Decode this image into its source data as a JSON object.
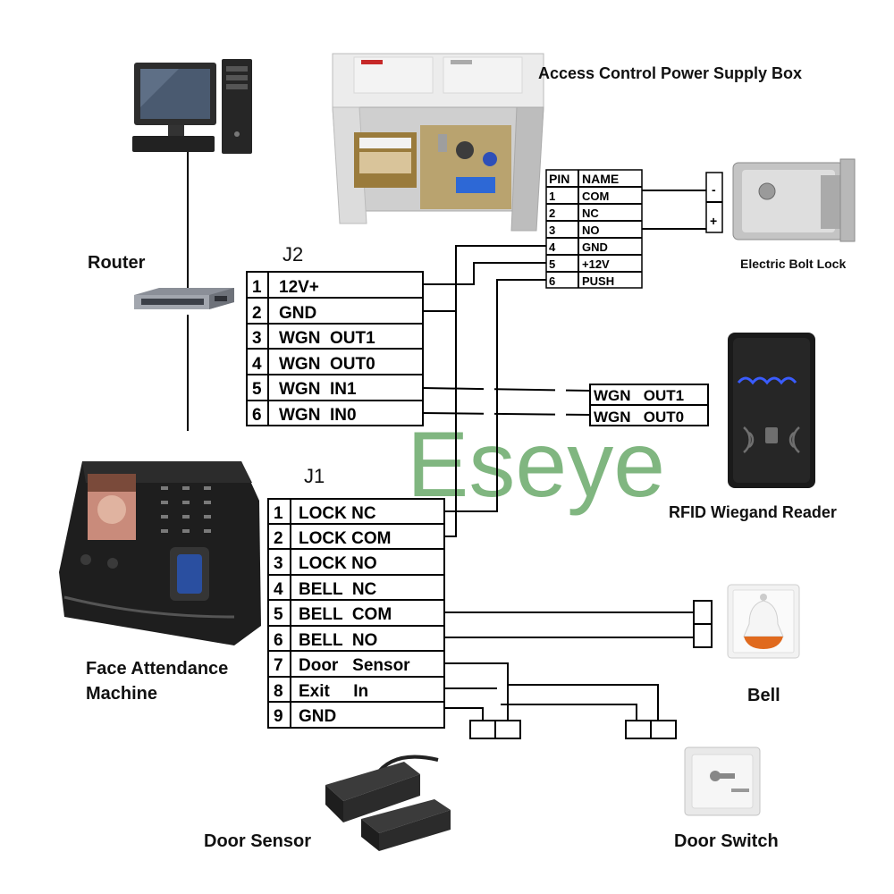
{
  "labels": {
    "power_supply": "Access Control Power Supply Box",
    "router": "Router",
    "j2": "J2",
    "j1": "J1",
    "electric_bolt_lock": "Electric Bolt Lock",
    "rfid_reader": "RFID Wiegand Reader",
    "face_machine_line1": "Face Attendance",
    "face_machine_line2": "Machine",
    "bell": "Bell",
    "door_sensor": "Door Sensor",
    "door_switch": "Door Switch",
    "watermark": "Eseye"
  },
  "power_table": {
    "headers": [
      "PIN",
      "NAME"
    ],
    "rows": [
      {
        "pin": "1",
        "name": "COM"
      },
      {
        "pin": "2",
        "name": "NC"
      },
      {
        "pin": "3",
        "name": "NO"
      },
      {
        "pin": "4",
        "name": "GND"
      },
      {
        "pin": "5",
        "name": "+12V"
      },
      {
        "pin": "6",
        "name": "PUSH"
      }
    ]
  },
  "j2_table": [
    {
      "num": "1",
      "name": "12V+"
    },
    {
      "num": "2",
      "name": "GND"
    },
    {
      "num": "3",
      "name": "WGN  OUT1"
    },
    {
      "num": "4",
      "name": "WGN  OUT0"
    },
    {
      "num": "5",
      "name": "WGN  IN1"
    },
    {
      "num": "6",
      "name": "WGN  IN0"
    }
  ],
  "j1_table": [
    {
      "num": "1",
      "name": "LOCK NC"
    },
    {
      "num": "2",
      "name": "LOCK COM"
    },
    {
      "num": "3",
      "name": "LOCK NO"
    },
    {
      "num": "4",
      "name": "BELL  NC"
    },
    {
      "num": "5",
      "name": "BELL  COM"
    },
    {
      "num": "6",
      "name": "BELL  NO"
    },
    {
      "num": "7",
      "name": "Door   Sensor"
    },
    {
      "num": "8",
      "name": "Exit     In"
    },
    {
      "num": "9",
      "name": "GND"
    }
  ],
  "wiegand_table": [
    "WGN   OUT1",
    "WGN   OUT0"
  ],
  "lock_terminals": [
    "-",
    "+"
  ],
  "colors": {
    "watermark": "#6aaa6a",
    "bell_orange": "#e06a1e",
    "rfid_blue": "#3a5cff"
  }
}
